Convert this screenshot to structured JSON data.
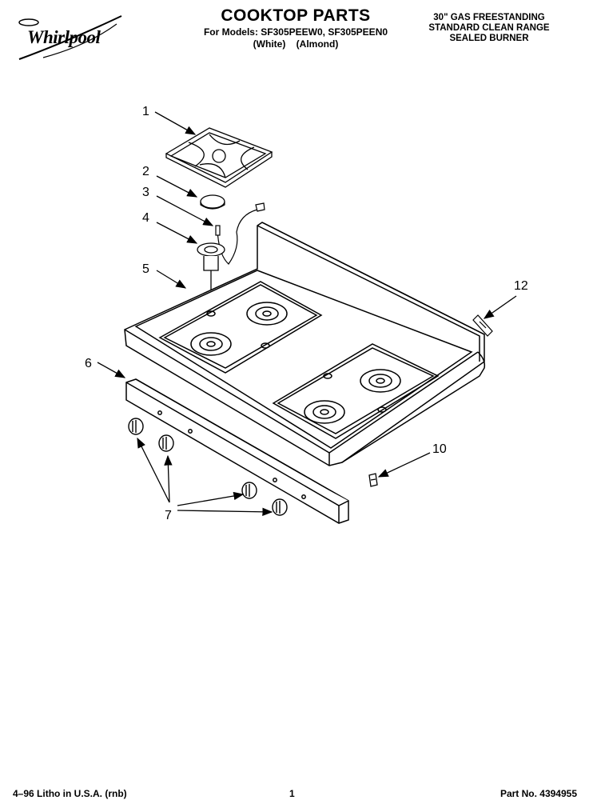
{
  "header": {
    "brand": "Whirlpool",
    "title": "COOKTOP PARTS",
    "model_line": "For Models: SF305PEEW0, SF305PEEN0",
    "color_line": "(White)    (Almond)",
    "description": [
      "30\" GAS FREESTANDING",
      "STANDARD CLEAN RANGE",
      "SEALED BURNER"
    ]
  },
  "callouts": {
    "c1": "1",
    "c2": "2",
    "c3": "3",
    "c4": "4",
    "c5": "5",
    "c6": "6",
    "c7": "7",
    "c10": "10",
    "c12": "12"
  },
  "footer": {
    "litho": "4–96 Litho in U.S.A. (rnb)",
    "page": "1",
    "part_no": "Part No. 4394955"
  }
}
